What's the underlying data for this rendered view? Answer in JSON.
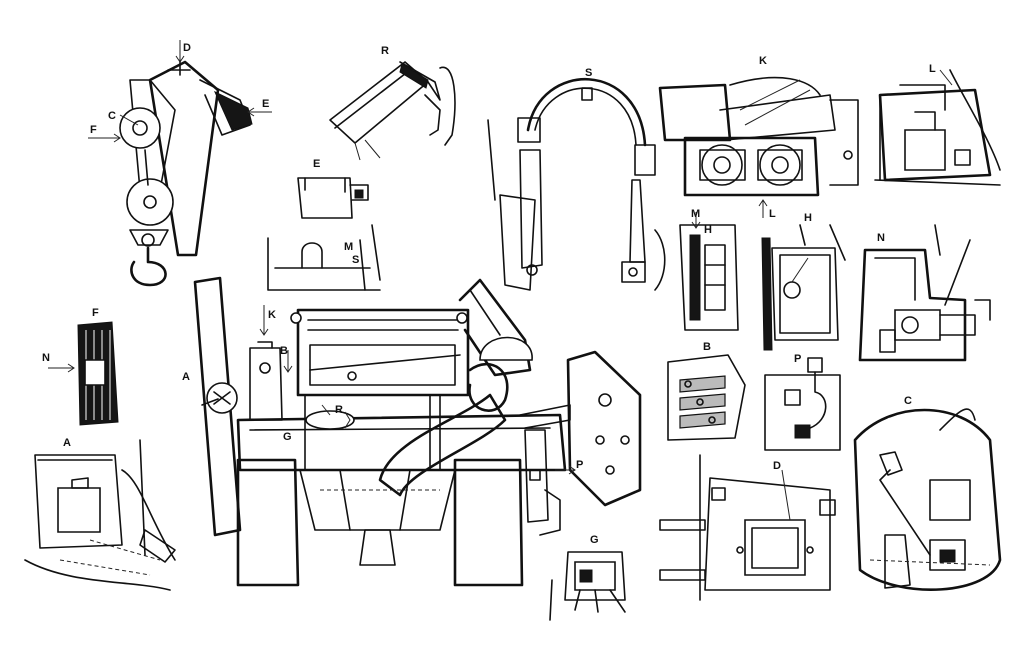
{
  "labels": {
    "D_top": "D",
    "E_top": "E",
    "F_left": "F",
    "C_left": "C",
    "R_top": "R",
    "E_mid": "E",
    "M_mid": "M",
    "S_mid": "S",
    "S_top": "S",
    "K_top": "K",
    "L_top": "L",
    "M_right": "M",
    "H_right1": "H",
    "H_right2": "H",
    "L_arrow": "L",
    "N_right": "N",
    "P_right": "P",
    "B_right": "B",
    "C_right": "C",
    "D_right": "D",
    "G_bottom": "G",
    "F_inset": "F",
    "N_inset": "N",
    "A_inset": "A",
    "A_main": "A",
    "K_main": "K",
    "B_main": "B",
    "G_main": "G",
    "R_main": "R",
    "P_main": "P",
    "E_arrow": "E",
    "F_arrow": "F"
  }
}
